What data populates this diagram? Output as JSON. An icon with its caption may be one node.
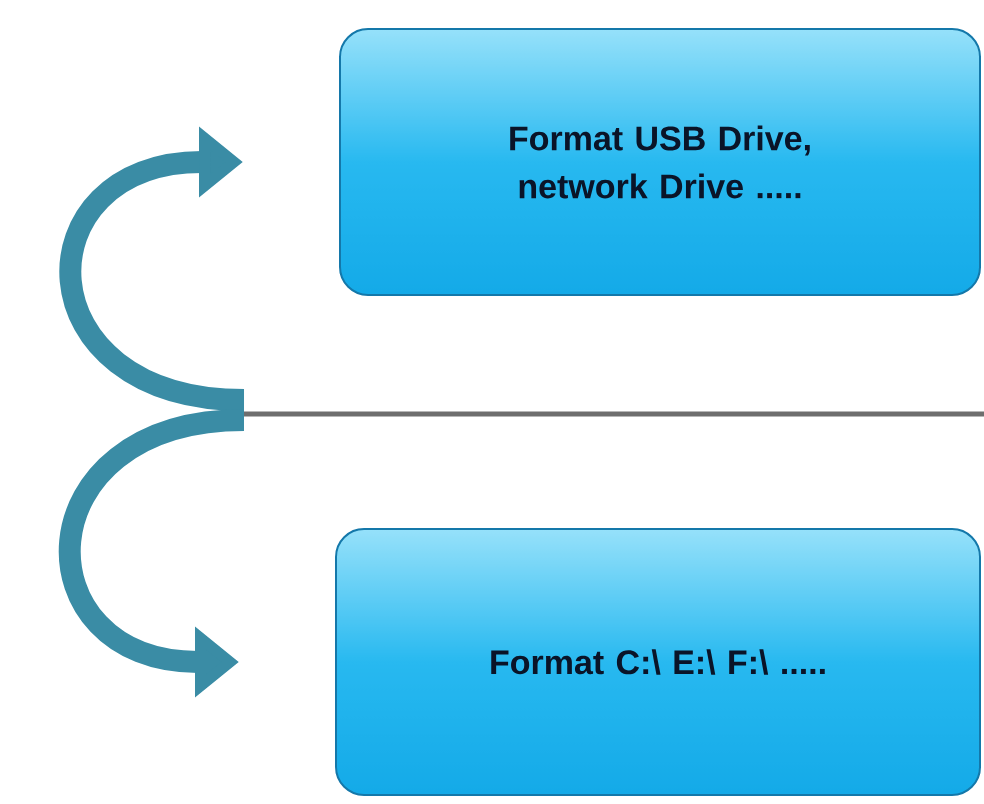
{
  "diagram": {
    "nodes": [
      {
        "text": [
          "Format USB Drive, network Drive ....."
        ]
      },
      {
        "text": [
          "Format C:\\ E:\\ F:\\ ....."
        ]
      }
    ],
    "edges": [
      {
        "from": null,
        "to": 0,
        "arrow": "to"
      },
      {
        "from": null,
        "to": 1,
        "arrow": "to"
      }
    ]
  }
}
